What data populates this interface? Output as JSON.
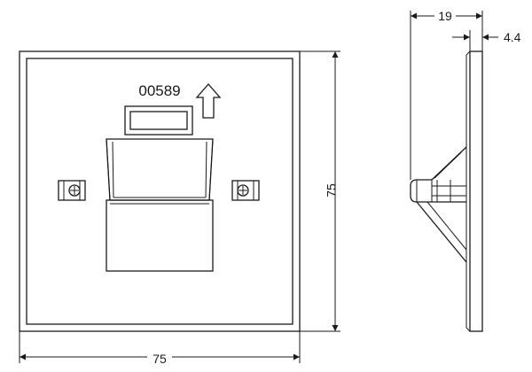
{
  "front_view": {
    "part_number": "00589",
    "width_label": "75",
    "height_label": "75",
    "icons": {
      "direction_arrow": "up-arrow-icon",
      "screws": "screw-terminal-icon"
    }
  },
  "side_view": {
    "depth_label": "19",
    "plate_thickness_label": "4.4"
  }
}
